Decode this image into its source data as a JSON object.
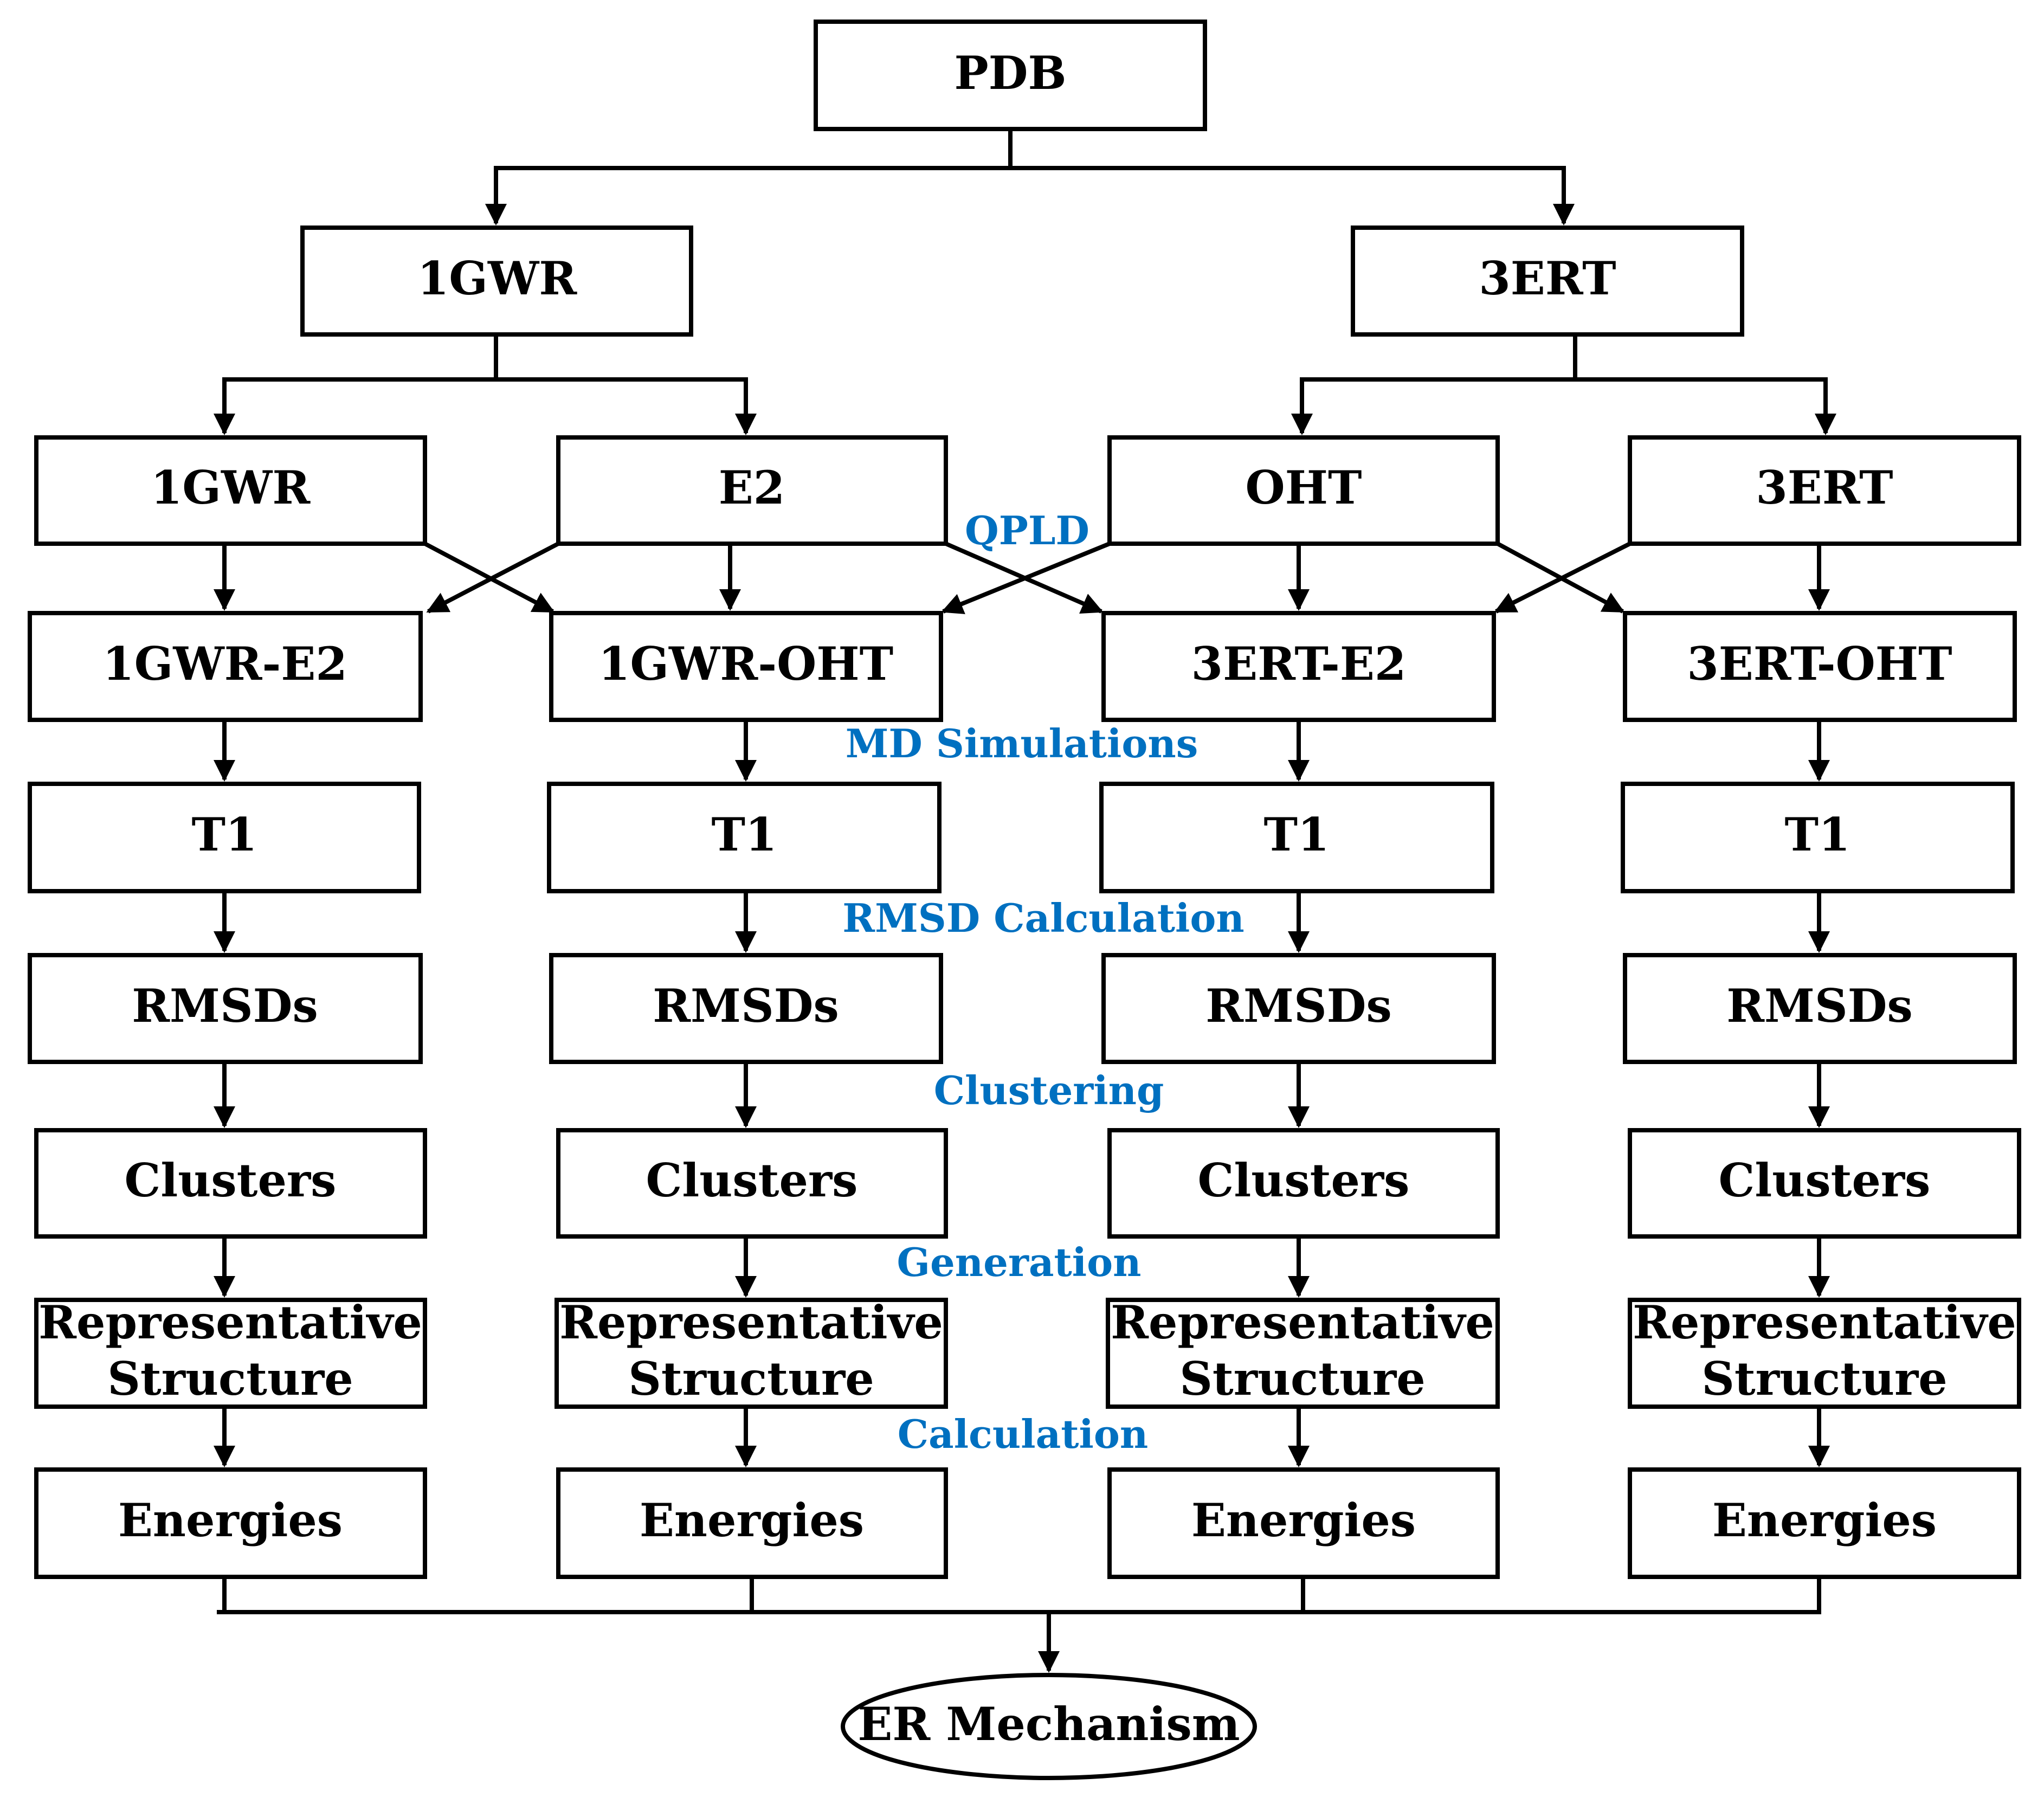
{
  "title": "",
  "colors": {
    "box_stroke": "#000000",
    "arrow": "#000000",
    "step_label": "#0070c0",
    "background": "#ffffff"
  },
  "root": {
    "label": "PDB"
  },
  "level1": [
    {
      "label": "1GWR"
    },
    {
      "label": "3ERT"
    }
  ],
  "level2": [
    {
      "label": "1GWR"
    },
    {
      "label": "E2"
    },
    {
      "label": "OHT"
    },
    {
      "label": "3ERT"
    }
  ],
  "step_labels": {
    "qpld": "QPLD",
    "md": "MD Simulations",
    "rmsd": "RMSD Calculation",
    "clustering": "Clustering",
    "generation": "Generation",
    "calculation": "Calculation"
  },
  "columns": [
    {
      "complex": "1GWR-E2",
      "traj": "T1",
      "rmsd": "RMSDs",
      "clusters": "Clusters",
      "rep1": "Representative",
      "rep2": "Structure",
      "energies": "Energies"
    },
    {
      "complex": "1GWR-OHT",
      "traj": "T1",
      "rmsd": "RMSDs",
      "clusters": "Clusters",
      "rep1": "Representative",
      "rep2": "Structure",
      "energies": "Energies"
    },
    {
      "complex": "3ERT-E2",
      "traj": "T1",
      "rmsd": "RMSDs",
      "clusters": "Clusters",
      "rep1": "Representative",
      "rep2": "Structure",
      "energies": "Energies"
    },
    {
      "complex": "3ERT-OHT",
      "traj": "T1",
      "rmsd": "RMSDs",
      "clusters": "Clusters",
      "rep1": "Representative",
      "rep2": "Structure",
      "energies": "Energies"
    }
  ],
  "result": {
    "label": "ER Mechanism"
  }
}
